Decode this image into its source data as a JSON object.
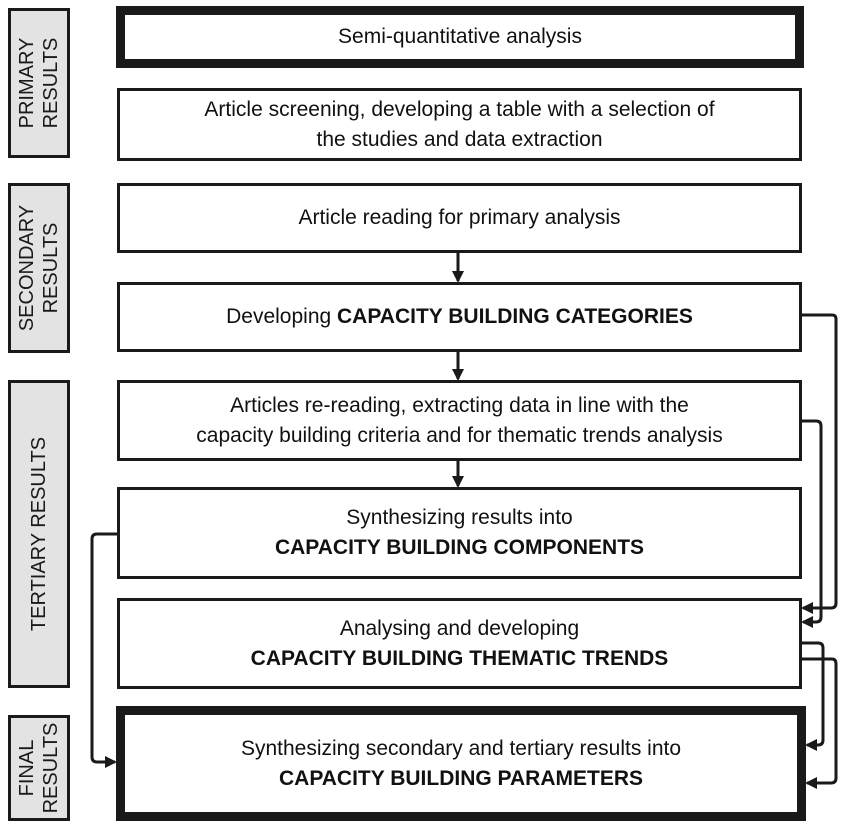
{
  "stages": {
    "primary": [
      "PRIMARY",
      "RESULTS"
    ],
    "secondary": [
      "SECONDARY",
      "RESULTS"
    ],
    "tertiary": [
      "TERTIARY RESULTS"
    ],
    "final": [
      "FINAL",
      "RESULTS"
    ]
  },
  "steps": {
    "semi": {
      "text": "Semi-quantitative analysis"
    },
    "screening": {
      "line1": "Article screening, developing a table with a selection of",
      "line2": "the studies and data extraction"
    },
    "reading": {
      "text": "Article reading for primary analysis"
    },
    "categories": {
      "prefix": "Developing ",
      "bold": "CAPACITY BUILDING CATEGORIES"
    },
    "rereading": {
      "line1": "Articles re-reading, extracting data in line with the",
      "line2": "capacity building criteria and for thematic trends analysis"
    },
    "components": {
      "line1": "Synthesizing results into",
      "bold": "CAPACITY BUILDING COMPONENTS"
    },
    "trends": {
      "line1": "Analysing and developing",
      "bold": "CAPACITY BUILDING THEMATIC TRENDS"
    },
    "parameters": {
      "line1": "Synthesizing secondary and tertiary results into",
      "bold": "CAPACITY BUILDING PARAMETERS"
    }
  },
  "colors": {
    "stroke": "#1a1a1a",
    "label_fill": "#e3e3e3"
  }
}
